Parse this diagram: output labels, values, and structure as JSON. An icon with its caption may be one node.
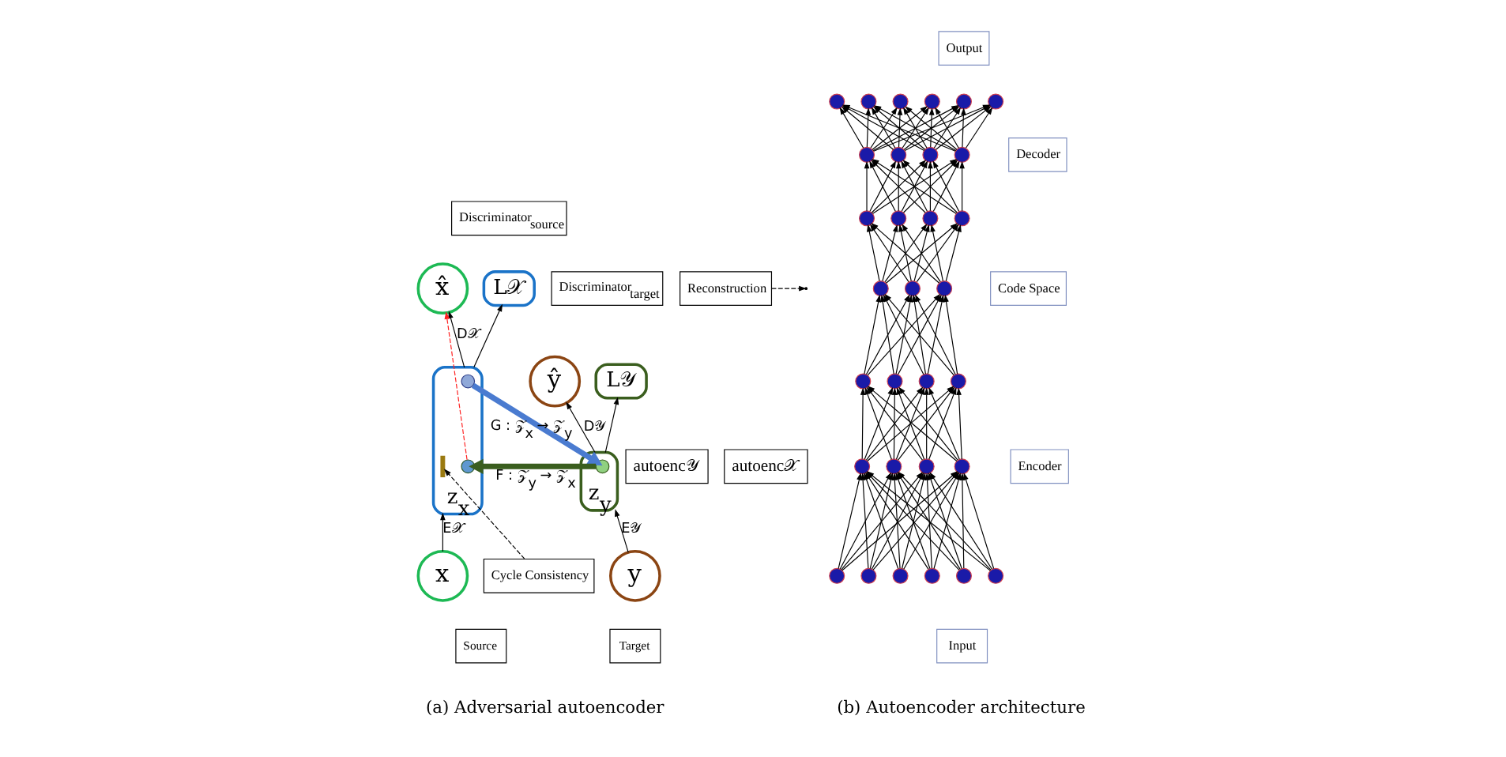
{
  "diagram": {
    "nodes": [
      {
        "text": [
          "Discriminator$_{source}$"
        ]
      },
      {
        "text": [
          "Discriminator$_{target}$"
        ]
      },
      {
        "text": [
          "x̂"
        ]
      },
      {
        "text": [
          "L𝒳"
        ]
      },
      {
        "text": [
          "L𝒴"
        ]
      },
      {
        "text": [
          "ŷ"
        ]
      },
      {
        "text": [
          "Reconstruction"
        ]
      },
      {
        "text": [
          "autoenc𝒳"
        ]
      },
      {
        "text": [
          "z$_{x}$"
        ]
      },
      {
        "text": [],
        "shape": "circle",
        "in": 8
      },
      {
        "text": [],
        "shape": "circle",
        "in": 8
      },
      {
        "text": [
          "z$_{y}$"
        ]
      },
      {
        "text": [],
        "shape": "circle",
        "in": 11
      },
      {
        "text": [
          "autoenc𝒴"
        ]
      },
      {
        "text": [
          "Cycle Consistency"
        ]
      },
      {
        "text": [
          "x"
        ]
      },
      {
        "text": [
          "y"
        ]
      },
      {
        "text": [
          "Source"
        ]
      },
      {
        "text": [
          "Target"
        ]
      },
      {
        "text": [
          "Output"
        ]
      },
      {
        "text": [
          "Decoder"
        ]
      },
      {
        "text": [
          "Code Space"
        ]
      },
      {
        "text": [
          "Encoder"
        ]
      },
      {
        "text": [
          "Input"
        ]
      },
      {
        "text": [],
        "shape": "circle"
      },
      {
        "text": [],
        "shape": "circle"
      },
      {
        "text": [],
        "shape": "circle"
      },
      {
        "text": [],
        "shape": "circle"
      },
      {
        "text": [],
        "shape": "circle"
      },
      {
        "text": [],
        "shape": "circle"
      },
      {
        "text": [],
        "shape": "circle"
      },
      {
        "text": [],
        "shape": "circle"
      },
      {
        "text": [],
        "shape": "circle"
      },
      {
        "text": [],
        "shape": "circle"
      },
      {
        "text": [],
        "shape": "circle"
      },
      {
        "text": [],
        "shape": "circle"
      },
      {
        "text": [],
        "shape": "circle"
      },
      {
        "text": [],
        "shape": "circle"
      },
      {
        "text": [],
        "shape": "circle"
      },
      {
        "text": [],
        "shape": "circle"
      },
      {
        "text": [],
        "shape": "circle"
      },
      {
        "text": [],
        "shape": "circle"
      },
      {
        "text": [],
        "shape": "circle"
      },
      {
        "text": [],
        "shape": "circle"
      },
      {
        "text": [],
        "shape": "circle"
      },
      {
        "text": [],
        "shape": "circle"
      },
      {
        "text": [],
        "shape": "circle"
      },
      {
        "text": [],
        "shape": "circle"
      },
      {
        "text": [],
        "shape": "circle"
      },
      {
        "text": [],
        "shape": "circle"
      },
      {
        "text": [],
        "shape": "circle"
      },
      {
        "text": [],
        "shape": "circle"
      },
      {
        "text": [],
        "shape": "circle"
      },
      {
        "text": [],
        "shape": "circle"
      },
      {
        "text": [],
        "shape": "circle"
      },
      {
        "text": [],
        "shape": "bar",
        "in": 8
      }
    ],
    "edges": [
      {
        "from": 15,
        "to": 8,
        "arrow": "to",
        "label": "E𝒳"
      },
      {
        "from": 8,
        "to": 2,
        "arrow": "to",
        "label": "D𝒳"
      },
      {
        "from": 8,
        "to": 3,
        "arrow": "to"
      },
      {
        "from": 9,
        "to": 12,
        "arrow": "to",
        "label": "G : 𝒵$_{x}$ → 𝒵$_{y}$",
        "color": "#4a7bd0",
        "style": "thick"
      },
      {
        "from": 12,
        "to": 10,
        "arrow": "to",
        "label": "F : 𝒵$_{y}$ → 𝒵$_{x}$",
        "color": "#3a5e1e",
        "style": "thick"
      },
      {
        "from": 10,
        "to": 2,
        "arrow": "to",
        "style": "dashed",
        "color": "#ff2020"
      },
      {
        "from": 6,
        "to": null,
        "arrow": "to",
        "style": "dashed"
      },
      {
        "from": 14,
        "to": 55,
        "arrow": "to",
        "style": "dashed"
      },
      {
        "from": 16,
        "to": 11,
        "arrow": "to",
        "label": "E𝒴"
      },
      {
        "from": 11,
        "to": 5,
        "arrow": "to",
        "label": "D𝒴"
      },
      {
        "from": 11,
        "to": 4,
        "arrow": "to"
      },
      {
        "from": 49,
        "to": 45,
        "arrow": "to"
      },
      {
        "from": 49,
        "to": 46,
        "arrow": "to"
      },
      {
        "from": 49,
        "to": 47,
        "arrow": "to"
      },
      {
        "from": 49,
        "to": 48,
        "arrow": "to"
      },
      {
        "from": 50,
        "to": 45,
        "arrow": "to"
      },
      {
        "from": 50,
        "to": 46,
        "arrow": "to"
      },
      {
        "from": 50,
        "to": 47,
        "arrow": "to"
      },
      {
        "from": 50,
        "to": 48,
        "arrow": "to"
      },
      {
        "from": 51,
        "to": 45,
        "arrow": "to"
      },
      {
        "from": 51,
        "to": 46,
        "arrow": "to"
      },
      {
        "from": 51,
        "to": 47,
        "arrow": "to"
      },
      {
        "from": 51,
        "to": 48,
        "arrow": "to"
      },
      {
        "from": 52,
        "to": 45,
        "arrow": "to"
      },
      {
        "from": 52,
        "to": 46,
        "arrow": "to"
      },
      {
        "from": 52,
        "to": 47,
        "arrow": "to"
      },
      {
        "from": 52,
        "to": 48,
        "arrow": "to"
      },
      {
        "from": 53,
        "to": 45,
        "arrow": "to"
      },
      {
        "from": 53,
        "to": 46,
        "arrow": "to"
      },
      {
        "from": 53,
        "to": 47,
        "arrow": "to"
      },
      {
        "from": 53,
        "to": 48,
        "arrow": "to"
      },
      {
        "from": 54,
        "to": 45,
        "arrow": "to"
      },
      {
        "from": 54,
        "to": 46,
        "arrow": "to"
      },
      {
        "from": 54,
        "to": 47,
        "arrow": "to"
      },
      {
        "from": 54,
        "to": 48,
        "arrow": "to"
      },
      {
        "from": 45,
        "to": 41,
        "arrow": "to"
      },
      {
        "from": 45,
        "to": 42,
        "arrow": "to"
      },
      {
        "from": 45,
        "to": 43,
        "arrow": "to"
      },
      {
        "from": 45,
        "to": 44,
        "arrow": "to"
      },
      {
        "from": 46,
        "to": 41,
        "arrow": "to"
      },
      {
        "from": 46,
        "to": 42,
        "arrow": "to"
      },
      {
        "from": 46,
        "to": 43,
        "arrow": "to"
      },
      {
        "from": 46,
        "to": 44,
        "arrow": "to"
      },
      {
        "from": 47,
        "to": 41,
        "arrow": "to"
      },
      {
        "from": 47,
        "to": 42,
        "arrow": "to"
      },
      {
        "from": 47,
        "to": 43,
        "arrow": "to"
      },
      {
        "from": 47,
        "to": 44,
        "arrow": "to"
      },
      {
        "from": 48,
        "to": 41,
        "arrow": "to"
      },
      {
        "from": 48,
        "to": 42,
        "arrow": "to"
      },
      {
        "from": 48,
        "to": 43,
        "arrow": "to"
      },
      {
        "from": 48,
        "to": 44,
        "arrow": "to"
      },
      {
        "from": 41,
        "to": 38,
        "arrow": "to"
      },
      {
        "from": 41,
        "to": 39,
        "arrow": "to"
      },
      {
        "from": 41,
        "to": 40,
        "arrow": "to"
      },
      {
        "from": 42,
        "to": 38,
        "arrow": "to"
      },
      {
        "from": 42,
        "to": 39,
        "arrow": "to"
      },
      {
        "from": 42,
        "to": 40,
        "arrow": "to"
      },
      {
        "from": 43,
        "to": 38,
        "arrow": "to"
      },
      {
        "from": 43,
        "to": 39,
        "arrow": "to"
      },
      {
        "from": 43,
        "to": 40,
        "arrow": "to"
      },
      {
        "from": 44,
        "to": 38,
        "arrow": "to"
      },
      {
        "from": 44,
        "to": 39,
        "arrow": "to"
      },
      {
        "from": 44,
        "to": 40,
        "arrow": "to"
      },
      {
        "from": 38,
        "to": 34,
        "arrow": "to"
      },
      {
        "from": 38,
        "to": 35,
        "arrow": "to"
      },
      {
        "from": 38,
        "to": 36,
        "arrow": "to"
      },
      {
        "from": 38,
        "to": 37,
        "arrow": "to"
      },
      {
        "from": 39,
        "to": 34,
        "arrow": "to"
      },
      {
        "from": 39,
        "to": 35,
        "arrow": "to"
      },
      {
        "from": 39,
        "to": 36,
        "arrow": "to"
      },
      {
        "from": 39,
        "to": 37,
        "arrow": "to"
      },
      {
        "from": 40,
        "to": 34,
        "arrow": "to"
      },
      {
        "from": 40,
        "to": 35,
        "arrow": "to"
      },
      {
        "from": 40,
        "to": 36,
        "arrow": "to"
      },
      {
        "from": 40,
        "to": 37,
        "arrow": "to"
      },
      {
        "from": 34,
        "to": 30,
        "arrow": "to"
      },
      {
        "from": 34,
        "to": 31,
        "arrow": "to"
      },
      {
        "from": 34,
        "to": 32,
        "arrow": "to"
      },
      {
        "from": 34,
        "to": 33,
        "arrow": "to"
      },
      {
        "from": 35,
        "to": 30,
        "arrow": "to"
      },
      {
        "from": 35,
        "to": 31,
        "arrow": "to"
      },
      {
        "from": 35,
        "to": 32,
        "arrow": "to"
      },
      {
        "from": 35,
        "to": 33,
        "arrow": "to"
      },
      {
        "from": 36,
        "to": 30,
        "arrow": "to"
      },
      {
        "from": 36,
        "to": 31,
        "arrow": "to"
      },
      {
        "from": 36,
        "to": 32,
        "arrow": "to"
      },
      {
        "from": 36,
        "to": 33,
        "arrow": "to"
      },
      {
        "from": 37,
        "to": 30,
        "arrow": "to"
      },
      {
        "from": 37,
        "to": 31,
        "arrow": "to"
      },
      {
        "from": 37,
        "to": 32,
        "arrow": "to"
      },
      {
        "from": 37,
        "to": 33,
        "arrow": "to"
      },
      {
        "from": 30,
        "to": 24,
        "arrow": "to"
      },
      {
        "from": 30,
        "to": 25,
        "arrow": "to"
      },
      {
        "from": 30,
        "to": 26,
        "arrow": "to"
      },
      {
        "from": 30,
        "to": 27,
        "arrow": "to"
      },
      {
        "from": 30,
        "to": 28,
        "arrow": "to"
      },
      {
        "from": 30,
        "to": 29,
        "arrow": "to"
      },
      {
        "from": 31,
        "to": 24,
        "arrow": "to"
      },
      {
        "from": 31,
        "to": 25,
        "arrow": "to"
      },
      {
        "from": 31,
        "to": 26,
        "arrow": "to"
      },
      {
        "from": 31,
        "to": 27,
        "arrow": "to"
      },
      {
        "from": 31,
        "to": 28,
        "arrow": "to"
      },
      {
        "from": 31,
        "to": 29,
        "arrow": "to"
      },
      {
        "from": 32,
        "to": 24,
        "arrow": "to"
      },
      {
        "from": 32,
        "to": 25,
        "arrow": "to"
      },
      {
        "from": 32,
        "to": 26,
        "arrow": "to"
      },
      {
        "from": 32,
        "to": 27,
        "arrow": "to"
      },
      {
        "from": 32,
        "to": 28,
        "arrow": "to"
      },
      {
        "from": 32,
        "to": 29,
        "arrow": "to"
      },
      {
        "from": 33,
        "to": 24,
        "arrow": "to"
      },
      {
        "from": 33,
        "to": 25,
        "arrow": "to"
      },
      {
        "from": 33,
        "to": 26,
        "arrow": "to"
      },
      {
        "from": 33,
        "to": 27,
        "arrow": "to"
      },
      {
        "from": 33,
        "to": 28,
        "arrow": "to"
      },
      {
        "from": 33,
        "to": 29,
        "arrow": "to"
      }
    ],
    "labels": [
      "(a) Adversarial autoencoder",
      "(b) Autoencoder architecture"
    ]
  }
}
